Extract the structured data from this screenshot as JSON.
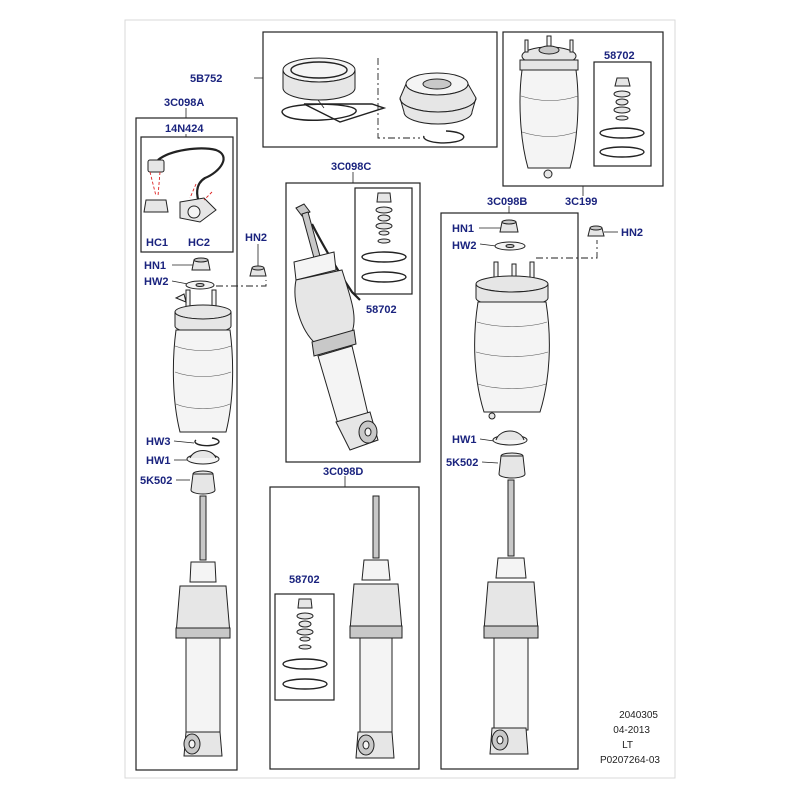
{
  "labels": {
    "top_bracket": "5B752",
    "front_left_assembly": "3C098A",
    "harness": "14N424",
    "clip_1": "HC1",
    "clip_2": "HC2",
    "nut_standalone_left": "HN2",
    "nut_left": "HN1",
    "washer_left": "HW2",
    "washer_lower_left": "HW3",
    "washer_lower_left_2": "HW1",
    "bump_stop_left": "5K502",
    "center_assembly": "3C098C",
    "kit_center": "58702",
    "rear_assembly": "3C098D",
    "kit_rear": "58702",
    "right_assembly": "3C098B",
    "air_spring_assembly": "3C199",
    "kit_top_right": "58702",
    "nut_right": "HN1",
    "nut_standalone_right": "HN2",
    "washer_right": "HW2",
    "washer_lower_right": "HW1",
    "bump_stop_right": "5K502"
  },
  "footer": {
    "code": "2040305",
    "date": "04-2013",
    "suffix": "LT",
    "illustration_id": "P0207264-03"
  },
  "colors": {
    "callout": "#1a237e",
    "line": "#222222",
    "highlight": "#dd2222",
    "frame": "#d9d9d9"
  }
}
